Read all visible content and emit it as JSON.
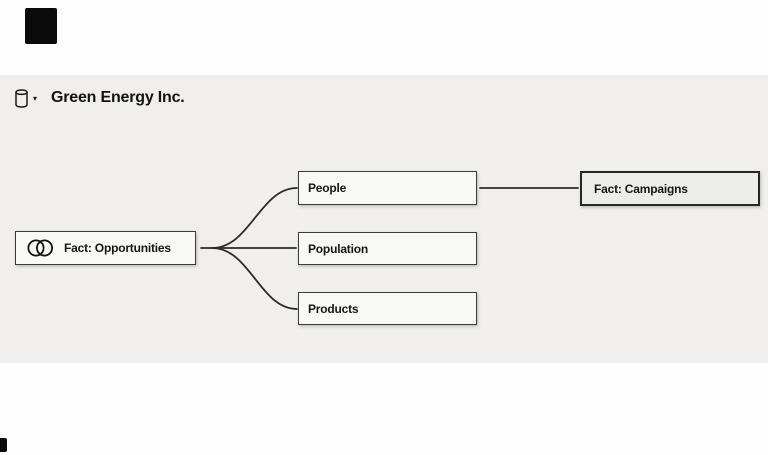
{
  "header": {
    "title": "Green Energy Inc.",
    "model_selector": {
      "icon": "database-icon",
      "caret": "▾"
    }
  },
  "diagram": {
    "nodes": [
      {
        "id": "opportunities",
        "label": "Fact: Opportunities",
        "type": "fact",
        "icon": "venn-icon"
      },
      {
        "id": "people",
        "label": "People",
        "type": "dimension"
      },
      {
        "id": "population",
        "label": "Population",
        "type": "dimension"
      },
      {
        "id": "products",
        "label": "Products",
        "type": "dimension"
      },
      {
        "id": "campaigns",
        "label": "Fact: Campaigns",
        "type": "fact",
        "selected": true
      }
    ],
    "edges": [
      {
        "from": "opportunities",
        "to": "people"
      },
      {
        "from": "opportunities",
        "to": "population"
      },
      {
        "from": "opportunities",
        "to": "products"
      },
      {
        "from": "people",
        "to": "campaigns"
      }
    ]
  },
  "colors": {
    "page_background": "#fdfdfd",
    "canvas_background": "#f0efed",
    "node_fill": "#f8f8f6",
    "selected_node_fill": "#ececea",
    "node_border": "#3a3a38",
    "edge_line": "#2b2b29",
    "text": "#141414",
    "artifact_black": "#0b0b0b"
  }
}
